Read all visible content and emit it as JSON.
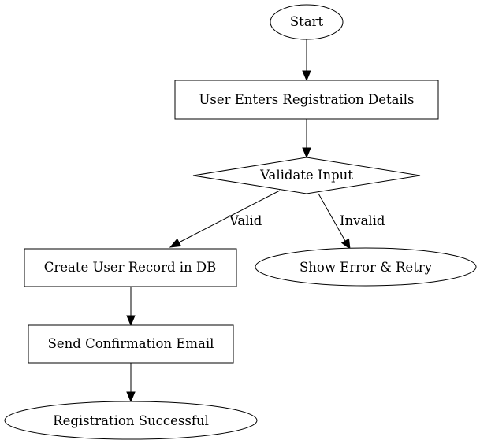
{
  "diagram": {
    "nodes": {
      "start": {
        "label": "Start"
      },
      "enter_details": {
        "label": "User Enters Registration Details"
      },
      "validate": {
        "label": "Validate Input"
      },
      "create_record": {
        "label": "Create User Record in DB"
      },
      "show_error": {
        "label": "Show Error & Retry"
      },
      "send_email": {
        "label": "Send Confirmation Email"
      },
      "success": {
        "label": "Registration Successful"
      }
    },
    "edges": {
      "valid": {
        "label": "Valid"
      },
      "invalid": {
        "label": "Invalid"
      }
    }
  }
}
